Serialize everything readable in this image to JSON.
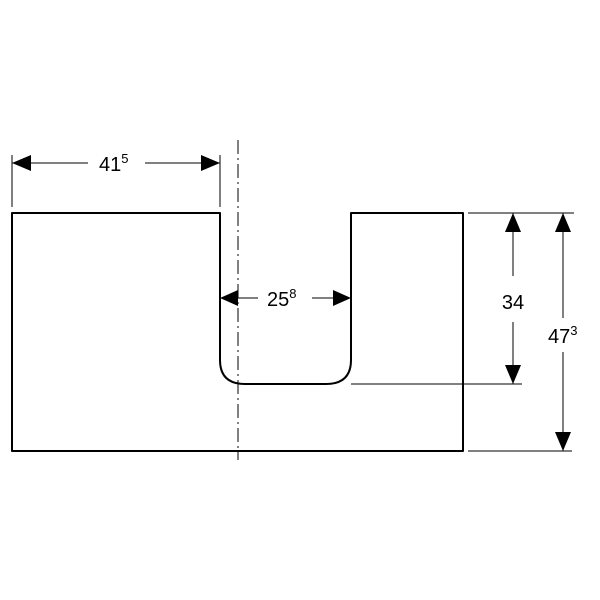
{
  "drawing": {
    "line_color": "#000000",
    "background": "#ffffff",
    "dimensions": {
      "left_width": {
        "main": "41",
        "sup": "5"
      },
      "slot_width": {
        "main": "25",
        "sup": "8"
      },
      "slot_depth": {
        "main": "34",
        "sup": ""
      },
      "total_height": {
        "main": "47",
        "sup": "3"
      }
    }
  }
}
